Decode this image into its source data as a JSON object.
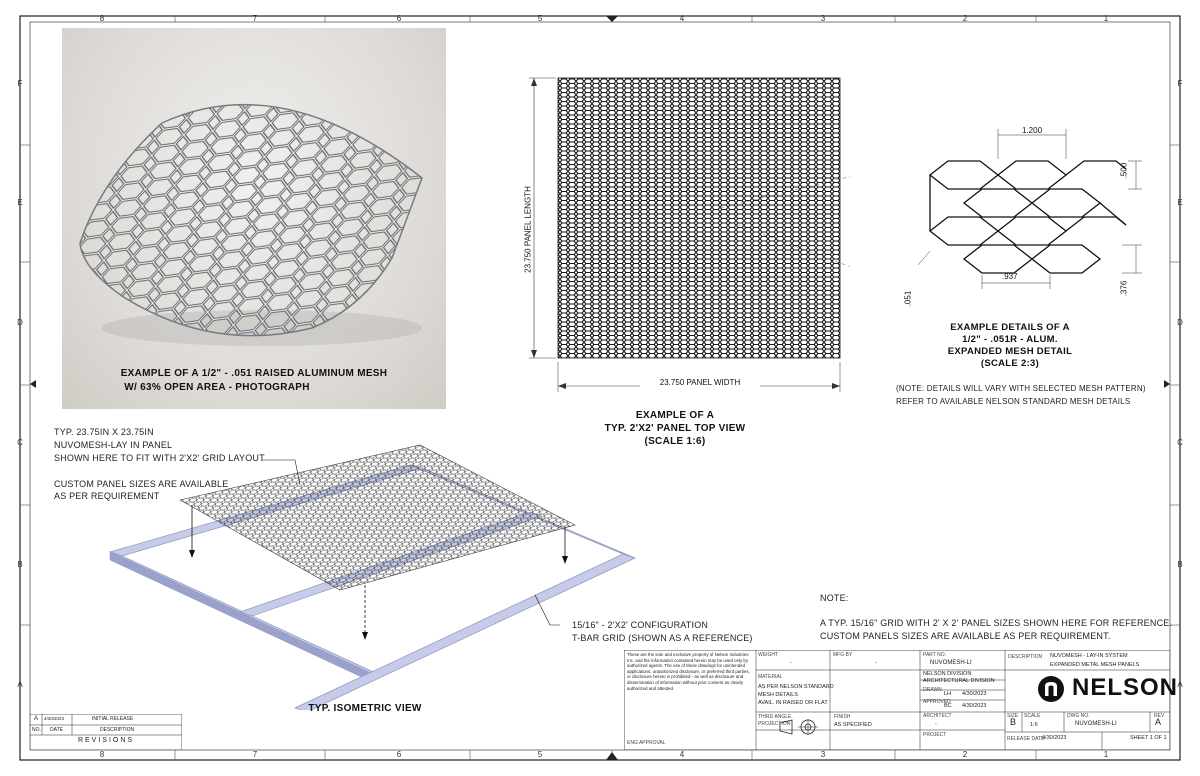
{
  "frame": {
    "col_labels": [
      "8",
      "7",
      "6",
      "5",
      "4",
      "3",
      "2",
      "1"
    ],
    "row_labels": [
      "F",
      "E",
      "D",
      "C",
      "B",
      "A"
    ]
  },
  "photo_caption": {
    "line1": "EXAMPLE OF A 1/2\" - .051 RAISED ALUMINUM MESH",
    "line2": "W/ 63% OPEN AREA - PHOTOGRAPH"
  },
  "top_view": {
    "dim_length": "23.750 PANEL LENGTH",
    "dim_width": "23.750 PANEL WIDTH",
    "caption_1": "EXAMPLE OF A",
    "caption_2": "TYP. 2'X2' PANEL TOP VIEW",
    "caption_3": "(SCALE 1:6)"
  },
  "detail": {
    "dim_top": "1.200",
    "dim_right": ".500",
    "dim_bottom": ".937",
    "dim_right_low": ".376",
    "dim_left": ".051",
    "caption_1": "EXAMPLE DETAILS OF A",
    "caption_2": "1/2\" - .051R - ALUM.",
    "caption_3": "EXPANDED MESH DETAIL",
    "caption_4": "(SCALE 2:3)",
    "note_1": "(NOTE: DETAILS WILL VARY WITH SELECTED MESH PATTERN)",
    "note_2": "REFER TO AVAILABLE NELSON STANDARD MESH DETAILS"
  },
  "iso": {
    "panel_note_1": "TYP. 23.75IN X 23.75IN",
    "panel_note_2": "NUVOMESH-LAY IN PANEL",
    "panel_note_3": "SHOWN HERE TO FIT WITH 2'X2' GRID LAYOUT",
    "custom_1": "CUSTOM PANEL SIZES ARE AVAILABLE",
    "custom_2": "AS PER REQUIREMENT",
    "grid_note_1": "15/16\" - 2'X2' CONFIGURATION",
    "grid_note_2": "T-BAR GRID (SHOWN AS A REFERENCE)",
    "caption": "TYP. ISOMETRIC VIEW"
  },
  "general_note": {
    "title": "NOTE:",
    "line1": "A TYP. 15/16\" GRID WITH 2' X 2' PANEL SIZES SHOWN HERE FOR REFERENCE.",
    "line2": "CUSTOM PANELS SIZES ARE AVAILABLE AS PER REQUIREMENT."
  },
  "revisions": {
    "title": "REVISIONS",
    "headers": [
      "NO.",
      "DATE",
      "DESCRIPTION"
    ],
    "rows": [
      {
        "no": "A",
        "date": "4/30/2023",
        "desc": "INITIAL RELEASE"
      }
    ]
  },
  "title_block": {
    "proprietary": "These are the sole and exclusive property of Nelson Industries Inc. and the information contained herein may be used only by authorized agents. The use of these drawings for unintended applications, unauthorized disclosure, or preferred third parties, or disclosure hereto is prohibited - as well as disclosure and dissemination of information without prior consent as clearly authorized and attested.",
    "finish_label": "FINISH",
    "finish_value": "AS SPECIFIED",
    "material_label": "MATERIAL",
    "material_1": "AS PER NELSON STANDARD",
    "material_2": "MESH DETAILS",
    "material_3": "AVAIL. IN RAISED OR FLAT",
    "part_no_label": "PART NO.",
    "part_no": "NUVOMESH-LI",
    "division_1": "NELSON DIVISION",
    "division_2": "ARCHITECTURAL DIVISION",
    "drawn_label": "DRAWN",
    "drawn_by": "LH",
    "drawn_date": "4/30/2023",
    "approved_label": "APPROVED",
    "approved_by": "BC",
    "approved_date": "4/30/2023",
    "architect_label": "ARCHITECT",
    "architect": "-",
    "project_label": "PROJECT",
    "description_label": "DESCRIPTION",
    "description_1": "NUVOMESH - LAY-IN SYSTEM",
    "description_2": "EXPANDED METAL MESH PANELS",
    "logo_text": "NELSON",
    "size_label": "SIZE",
    "size": "B",
    "scale_label": "SCALE",
    "scale": "1:6",
    "dwg_no_label": "DWG NO.",
    "dwg_no": "NUVOMESH-LI",
    "rev_label": "REV",
    "rev": "A",
    "release_label": "RELEASE DATE",
    "release_date": "4/30/2023",
    "sheet": "SHEET 1 OF 1",
    "projection_label": "THIRD ANGLE",
    "projection_title": "PROJECTION",
    "weight_label": "WEIGHT",
    "weight": "-",
    "mfg_label": "MFG BY",
    "mfg": "-",
    "eng_label": "ENG APPROVAL"
  },
  "colors": {
    "frame": "#222222",
    "mesh": "#1a1a1a",
    "grid_bar": "#c5cbe8",
    "grid_bar_dark": "#8e95bd"
  }
}
